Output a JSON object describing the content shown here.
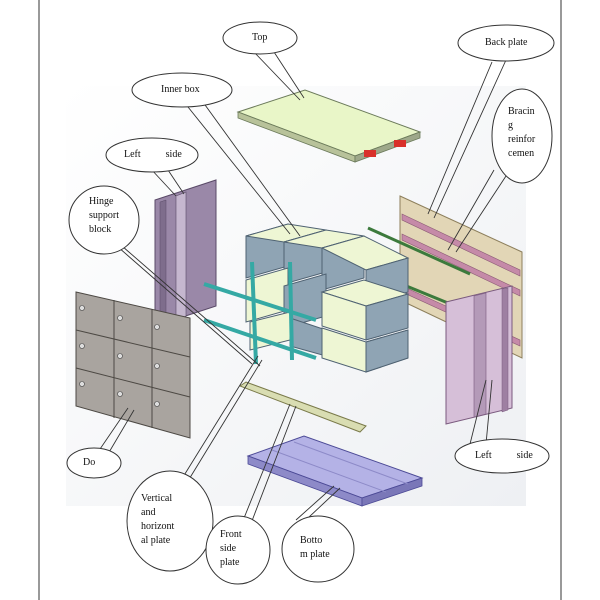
{
  "labels": {
    "top": "Top",
    "back_plate": "Back plate",
    "inner_box": "Inner box",
    "bracing_reinforcement": "Bracin\ng\nreinfor\ncemen",
    "left_side_upper": "Left          side",
    "hinge_support_block": "Hinge\nsupport\nblock",
    "door": "Do",
    "left_side_right": "Left          side",
    "vertical_horizontal_plate": "Vertical\nand\nhorizont\nal plate",
    "front_side_plate": "Front\nside\nplate",
    "bottom_plate": "Botto\nm plate"
  },
  "colors": {
    "top_panel": "#e9f6c8",
    "inner_box_front": "#eef6d4",
    "inner_box_side": "#8fa4b4",
    "side_panel": "#9a88a8",
    "back_plate": "#e2d6b6",
    "bracing": "#c58aa8",
    "door": "#a9a49f",
    "divider_plate": "#35a9a4",
    "front_side_plate": "#d9ddb2",
    "bottom_plate": "#b4b2e6"
  }
}
